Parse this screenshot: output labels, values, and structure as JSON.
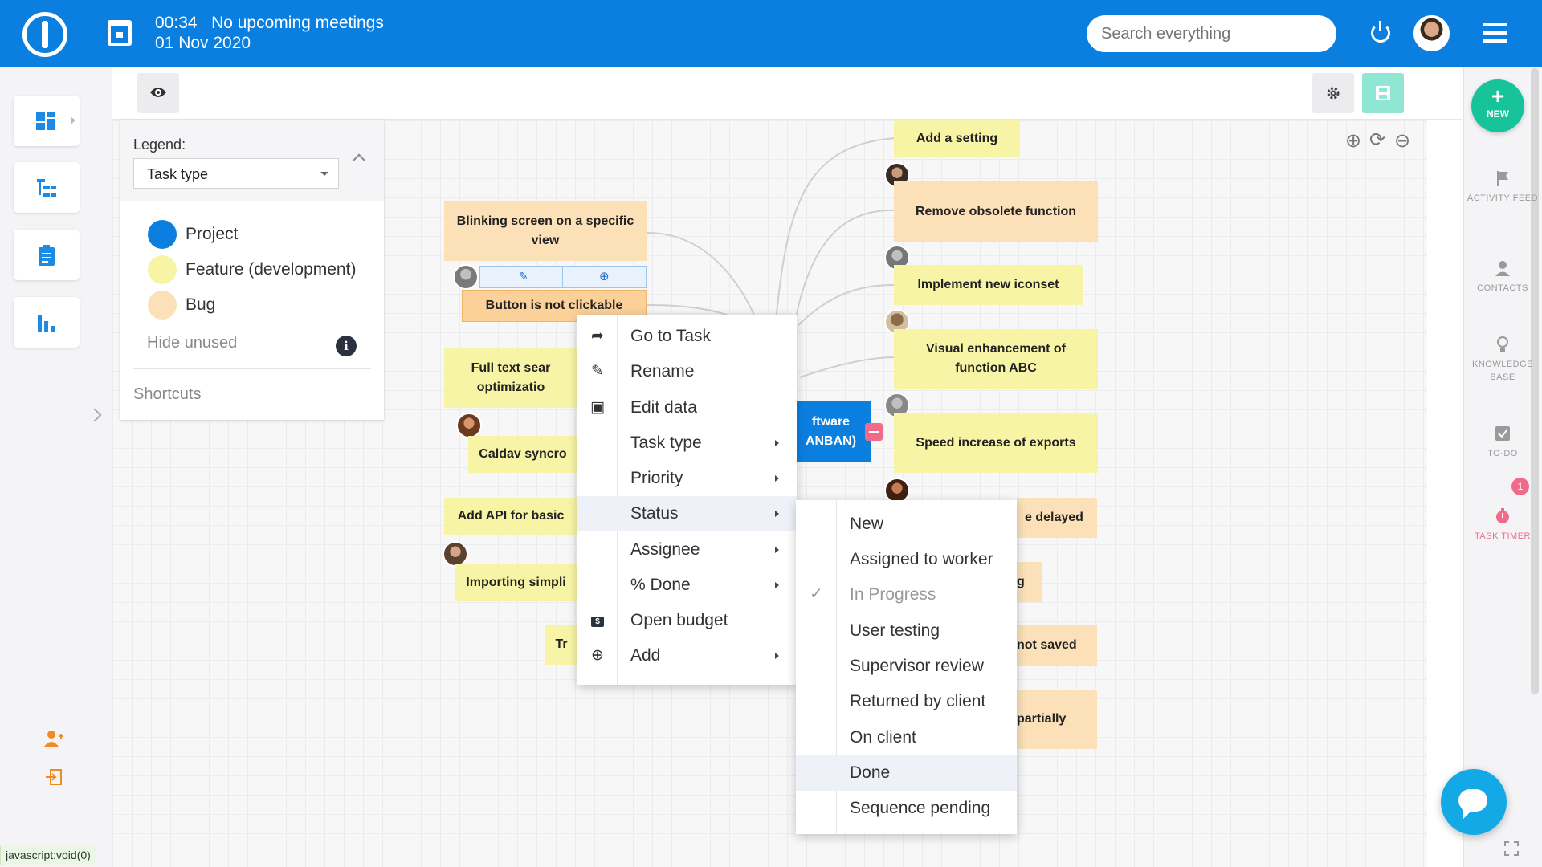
{
  "header": {
    "time": "00:34",
    "meetings": "No upcoming meetings",
    "date": "01 Nov 2020",
    "search_placeholder": "Search everything"
  },
  "legend": {
    "title": "Legend:",
    "select_value": "Task type",
    "items": [
      {
        "label": "Project",
        "color": "#0b7fe0"
      },
      {
        "label": "Feature (development)",
        "color": "#f8f4a6"
      },
      {
        "label": "Bug",
        "color": "#fbe0b8"
      }
    ],
    "hide_unused": "Hide unused",
    "shortcuts": "Shortcuts"
  },
  "nodes": {
    "blinking": "Blinking screen on a specific view",
    "button_not_clickable": "Button is not clickable",
    "full_text": "Full text sear optimizatio",
    "caldav": "Caldav syncro",
    "add_api": "Add API for basic",
    "importing": "Importing simpli",
    "tr": "Tr",
    "project": "ftware ANBAN)",
    "add_setting": "Add a setting",
    "remove_obsolete": "Remove obsolete function",
    "iconset": "Implement new iconset",
    "visual": "Visual enhancement of function ABC",
    "speed": "Speed increase of exports",
    "delayed": "e delayed",
    "g": "g",
    "not_saved": "not saved",
    "partially": "partially"
  },
  "context_menu": {
    "items": [
      {
        "label": "Go to Task",
        "icon": "share-arrow-icon",
        "has_sub": false
      },
      {
        "label": "Rename",
        "icon": "pencil-icon",
        "has_sub": false
      },
      {
        "label": "Edit data",
        "icon": "edit-doc-icon",
        "has_sub": false
      },
      {
        "label": "Task type",
        "icon": "",
        "has_sub": true
      },
      {
        "label": "Priority",
        "icon": "",
        "has_sub": true
      },
      {
        "label": "Status",
        "icon": "",
        "has_sub": true
      },
      {
        "label": "Assignee",
        "icon": "",
        "has_sub": true
      },
      {
        "label": "% Done",
        "icon": "",
        "has_sub": true
      },
      {
        "label": "Open budget",
        "icon": "budget-icon",
        "has_sub": false
      },
      {
        "label": "Add",
        "icon": "plus-circle-icon",
        "has_sub": true
      }
    ]
  },
  "status_menu": {
    "items": [
      {
        "label": "New"
      },
      {
        "label": "Assigned to worker"
      },
      {
        "label": "In Progress",
        "checked": true
      },
      {
        "label": "User testing"
      },
      {
        "label": "Supervisor review"
      },
      {
        "label": "Returned by client"
      },
      {
        "label": "On client"
      },
      {
        "label": "Done",
        "hover": true
      },
      {
        "label": "Sequence pending"
      }
    ]
  },
  "right_sidebar": {
    "new_label": "NEW",
    "activity": "ACTIVITY FEED",
    "contacts": "CONTACTS",
    "knowledge": "KNOWLEDGE BASE",
    "todo": "TO-DO",
    "timer": "TASK TIMER",
    "timer_badge": "1"
  },
  "status_bar": "javascript:void(0)"
}
